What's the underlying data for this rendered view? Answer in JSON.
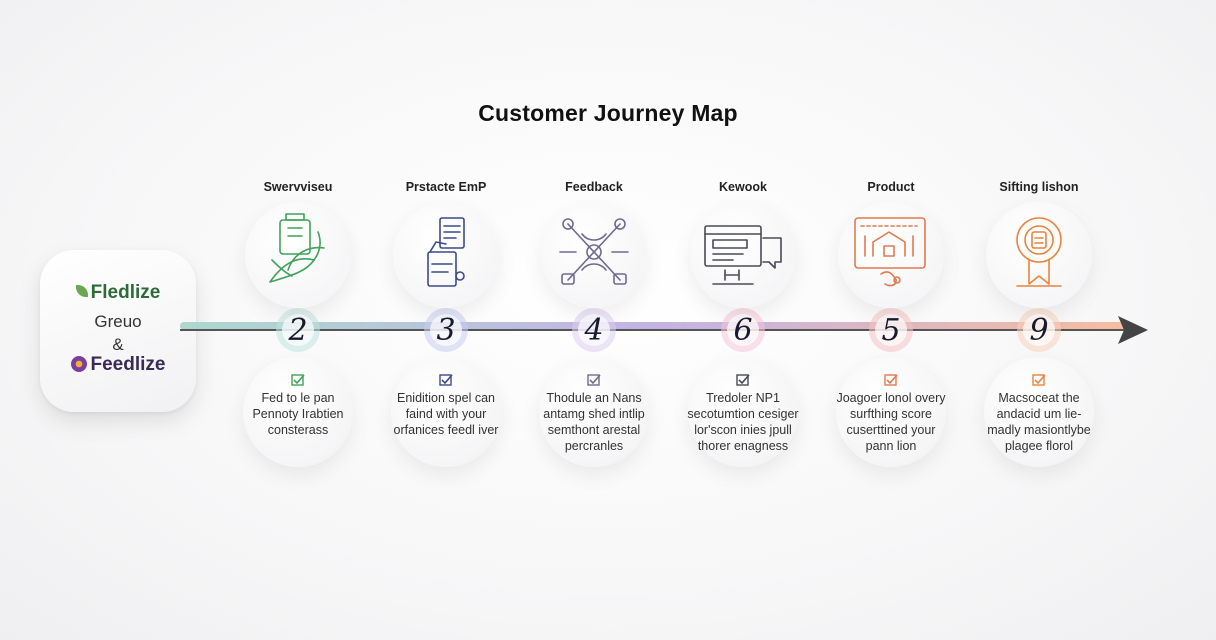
{
  "title": "Customer Journey Map",
  "brand": {
    "line1": "Fledlize",
    "line2": "Greuo",
    "line3": "&",
    "line4": "Feedlize"
  },
  "colors": {
    "line_start": "#9fd3c7",
    "line_mid": "#b9a6e0",
    "line_end": "#f6b28f",
    "arrow": "#444444"
  },
  "stages": [
    {
      "label": "Swervviseu",
      "number": "2",
      "icon": "plant-building-icon",
      "color": "#3fa35a",
      "node_color": "#bfe3df",
      "desc": [
        "Fed to le pan",
        "Pennoty Irabtien",
        "consterass"
      ]
    },
    {
      "label": "Prstacte EmP",
      "number": "3",
      "icon": "document-hand-icon",
      "color": "#3d4a8a",
      "node_color": "#c9cdf0",
      "desc": [
        "Enidition spel can",
        "faind with your",
        "orfanices feedl iver"
      ]
    },
    {
      "label": "Feedback",
      "number": "4",
      "icon": "tools-cross-icon",
      "color": "#6f6a8f",
      "node_color": "#dccdf1",
      "desc": [
        "Thodule an Nans",
        "antamg shed intlip",
        "semthont arestal",
        "percranles"
      ]
    },
    {
      "label": "Kewook",
      "number": "6",
      "icon": "monitor-chat-icon",
      "color": "#4a4a55",
      "node_color": "#f4c6d8",
      "desc": [
        "Tredoler NP1",
        "secotumtion cesiger",
        "lor'scon inies jpull",
        "thorer enagness"
      ]
    },
    {
      "label": "Product",
      "number": "5",
      "icon": "dashboard-house-icon",
      "color": "#e07a4f",
      "node_color": "#f6c2c4",
      "desc": [
        "Joagoer lonol overy",
        "surfthing score",
        "cuserttined your",
        "pann lion"
      ]
    },
    {
      "label": "Sifting lishon",
      "number": "9",
      "icon": "award-badge-icon",
      "color": "#e8843f",
      "node_color": "#f8d2bd",
      "desc": [
        "Macsoceat the",
        "andacid um lie-",
        "madly masiontlybe",
        "plagee florol"
      ]
    }
  ]
}
